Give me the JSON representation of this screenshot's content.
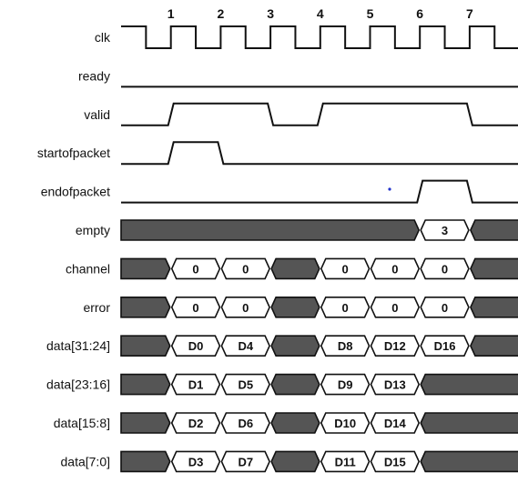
{
  "diagram": {
    "cycle_labels": [
      "1",
      "2",
      "3",
      "4",
      "5",
      "6",
      "7"
    ],
    "signals": [
      {
        "name": "clk",
        "kind": "clock"
      },
      {
        "name": "ready",
        "kind": "constant-high"
      },
      {
        "name": "valid",
        "kind": "digital",
        "levels": [
          0,
          1,
          1,
          0,
          1,
          1,
          1,
          0
        ]
      },
      {
        "name": "startofpacket",
        "kind": "digital",
        "levels": [
          0,
          1,
          0,
          0,
          0,
          0,
          0,
          0
        ]
      },
      {
        "name": "endofpacket",
        "kind": "digital",
        "levels": [
          0,
          0,
          0,
          0,
          0,
          0,
          1,
          0
        ]
      },
      {
        "name": "empty",
        "kind": "bus",
        "segments": [
          {
            "from": 0,
            "to": 6,
            "value": null
          },
          {
            "from": 6,
            "to": 7,
            "value": "3"
          },
          {
            "from": 7,
            "to": 8,
            "value": null
          }
        ]
      },
      {
        "name": "channel",
        "kind": "bus",
        "segments": [
          {
            "from": 0,
            "to": 1,
            "value": null
          },
          {
            "from": 1,
            "to": 2,
            "value": "0"
          },
          {
            "from": 2,
            "to": 3,
            "value": "0"
          },
          {
            "from": 3,
            "to": 4,
            "value": null
          },
          {
            "from": 4,
            "to": 5,
            "value": "0"
          },
          {
            "from": 5,
            "to": 6,
            "value": "0"
          },
          {
            "from": 6,
            "to": 7,
            "value": "0"
          },
          {
            "from": 7,
            "to": 8,
            "value": null
          }
        ]
      },
      {
        "name": "error",
        "kind": "bus",
        "segments": [
          {
            "from": 0,
            "to": 1,
            "value": null
          },
          {
            "from": 1,
            "to": 2,
            "value": "0"
          },
          {
            "from": 2,
            "to": 3,
            "value": "0"
          },
          {
            "from": 3,
            "to": 4,
            "value": null
          },
          {
            "from": 4,
            "to": 5,
            "value": "0"
          },
          {
            "from": 5,
            "to": 6,
            "value": "0"
          },
          {
            "from": 6,
            "to": 7,
            "value": "0"
          },
          {
            "from": 7,
            "to": 8,
            "value": null
          }
        ]
      },
      {
        "name": "data[31:24]",
        "kind": "bus",
        "segments": [
          {
            "from": 0,
            "to": 1,
            "value": null
          },
          {
            "from": 1,
            "to": 2,
            "value": "D0"
          },
          {
            "from": 2,
            "to": 3,
            "value": "D4"
          },
          {
            "from": 3,
            "to": 4,
            "value": null
          },
          {
            "from": 4,
            "to": 5,
            "value": "D8"
          },
          {
            "from": 5,
            "to": 6,
            "value": "D12"
          },
          {
            "from": 6,
            "to": 7,
            "value": "D16"
          },
          {
            "from": 7,
            "to": 8,
            "value": null
          }
        ]
      },
      {
        "name": "data[23:16]",
        "kind": "bus",
        "segments": [
          {
            "from": 0,
            "to": 1,
            "value": null
          },
          {
            "from": 1,
            "to": 2,
            "value": "D1"
          },
          {
            "from": 2,
            "to": 3,
            "value": "D5"
          },
          {
            "from": 3,
            "to": 4,
            "value": null
          },
          {
            "from": 4,
            "to": 5,
            "value": "D9"
          },
          {
            "from": 5,
            "to": 6,
            "value": "D13"
          },
          {
            "from": 6,
            "to": 8,
            "value": null
          }
        ]
      },
      {
        "name": "data[15:8]",
        "kind": "bus",
        "segments": [
          {
            "from": 0,
            "to": 1,
            "value": null
          },
          {
            "from": 1,
            "to": 2,
            "value": "D2"
          },
          {
            "from": 2,
            "to": 3,
            "value": "D6"
          },
          {
            "from": 3,
            "to": 4,
            "value": null
          },
          {
            "from": 4,
            "to": 5,
            "value": "D10"
          },
          {
            "from": 5,
            "to": 6,
            "value": "D14"
          },
          {
            "from": 6,
            "to": 8,
            "value": null
          }
        ]
      },
      {
        "name": "data[7:0]",
        "kind": "bus",
        "segments": [
          {
            "from": 0,
            "to": 1,
            "value": null
          },
          {
            "from": 1,
            "to": 2,
            "value": "D3"
          },
          {
            "from": 2,
            "to": 3,
            "value": "D7"
          },
          {
            "from": 3,
            "to": 4,
            "value": null
          },
          {
            "from": 4,
            "to": 5,
            "value": "D11"
          },
          {
            "from": 5,
            "to": 6,
            "value": "D15"
          },
          {
            "from": 6,
            "to": 8,
            "value": null
          }
        ]
      }
    ],
    "colors": {
      "line": "#111111",
      "invalid_fill": "#555555",
      "valid_fill": "#ffffff",
      "marker": "#2233cc"
    }
  }
}
